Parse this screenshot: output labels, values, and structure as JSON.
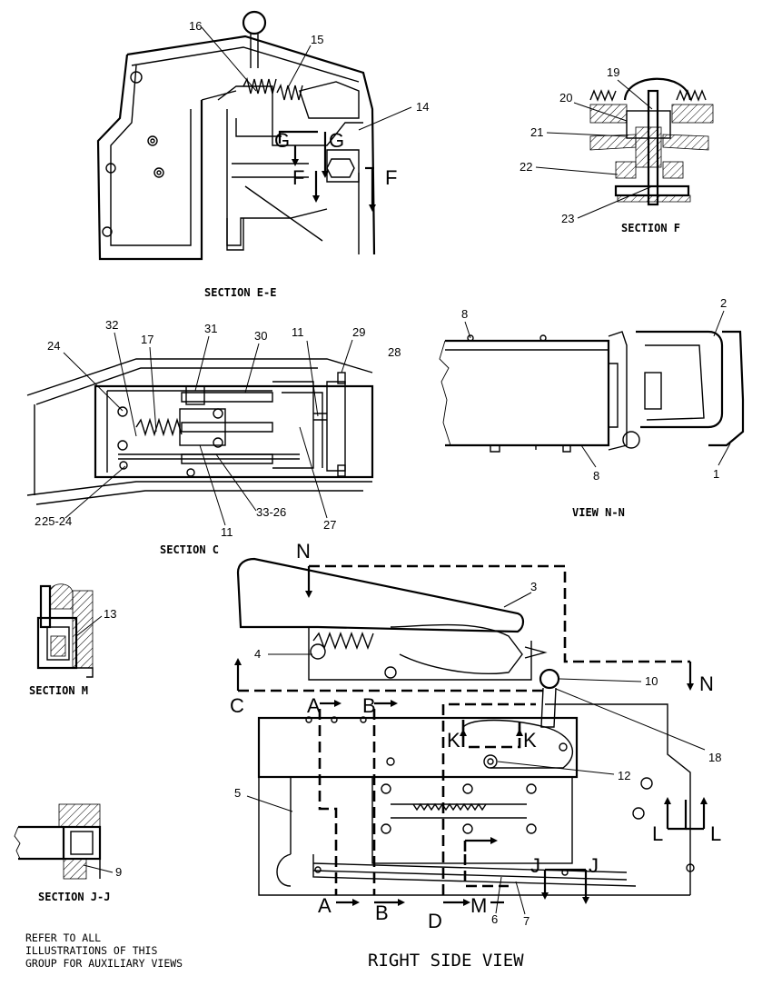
{
  "captions": {
    "section_ee": "SECTION E-E",
    "section_f": "SECTION F",
    "section_c": "SECTION C",
    "view_nn": "VIEW N-N",
    "section_m": "SECTION M",
    "section_jj": "SECTION J-J",
    "right_side_view": "RIGHT SIDE VIEW"
  },
  "note_lines": [
    "REFER TO ALL",
    "ILLUSTRATIONS OF THIS",
    "GROUP FOR AUXILIARY VIEWS"
  ],
  "section_ee": {
    "callouts": [
      "16",
      "15",
      "14"
    ],
    "view_letters": [
      "G",
      "G",
      "F",
      "F"
    ]
  },
  "section_f": {
    "callouts": [
      "19",
      "20",
      "21",
      "22",
      "23"
    ]
  },
  "section_c": {
    "callouts": [
      "32",
      "17",
      "31",
      "30",
      "11",
      "29",
      "28",
      "24",
      "25-24",
      "11",
      "33-26",
      "27"
    ],
    "stray_mark": "2"
  },
  "view_nn": {
    "callouts": [
      "8",
      "2",
      "8",
      "1"
    ]
  },
  "section_m": {
    "callouts": [
      "13"
    ]
  },
  "section_jj": {
    "callouts": [
      "9"
    ]
  },
  "right_side_view": {
    "callouts": [
      "3",
      "4",
      "10",
      "18",
      "12",
      "5",
      "6",
      "7"
    ],
    "view_letters": [
      "N",
      "N",
      "C",
      "A",
      "B",
      "K",
      "K",
      "L",
      "L",
      "J",
      "J",
      "A",
      "B",
      "D",
      "M"
    ]
  }
}
